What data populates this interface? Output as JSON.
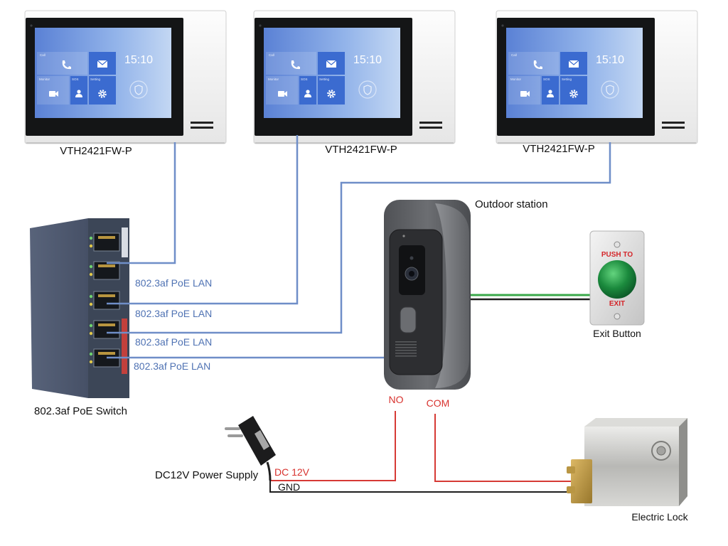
{
  "monitors": [
    {
      "model": "VTH2421FW-P",
      "screen": {
        "time": "15:10",
        "tiles": [
          "Call",
          "Monitor",
          "SOS",
          "Setting"
        ],
        "icons": [
          "phone-icon",
          "mail-icon",
          "video-camera-icon",
          "person-icon",
          "gear-icon",
          "shield-icon"
        ]
      }
    },
    {
      "model": "VTH2421FW-P",
      "screen": {
        "time": "15:10",
        "tiles": [
          "Call",
          "Monitor",
          "SOS",
          "Setting"
        ],
        "icons": [
          "phone-icon",
          "mail-icon",
          "video-camera-icon",
          "person-icon",
          "gear-icon",
          "shield-icon"
        ]
      }
    },
    {
      "model": "VTH2421FW-P",
      "screen": {
        "time": "15:10",
        "tiles": [
          "Call",
          "Monitor",
          "SOS",
          "Setting"
        ],
        "icons": [
          "phone-icon",
          "mail-icon",
          "video-camera-icon",
          "person-icon",
          "gear-icon",
          "shield-icon"
        ]
      }
    }
  ],
  "poe_switch": {
    "label": "802.3af PoE Switch"
  },
  "lan_links": [
    {
      "label": "802.3af PoE LAN"
    },
    {
      "label": "802.3af PoE LAN"
    },
    {
      "label": "802.3af PoE LAN"
    },
    {
      "label": "802.3af PoE LAN"
    }
  ],
  "outdoor_station": {
    "label": "Outdoor station"
  },
  "exit_button": {
    "label": "Exit Button",
    "plate_top": "PUSH TO",
    "plate_bottom": "EXIT"
  },
  "relay_terminals": {
    "no": "NO",
    "com": "COM"
  },
  "power_supply": {
    "label": "DC12V Power Supply",
    "positive_wire": "DC 12V",
    "ground_wire": "GND"
  },
  "electric_lock": {
    "label": "Electric Lock"
  },
  "colors": {
    "lan_cable": "#6f8ec8",
    "lan_label": "#4f72b3",
    "power_wire": "#d63a35",
    "exit_signal_wire": "#3aa84a",
    "ground_wire": "#1e1e1e",
    "screen_tile_accent": "#3b6bd0"
  }
}
